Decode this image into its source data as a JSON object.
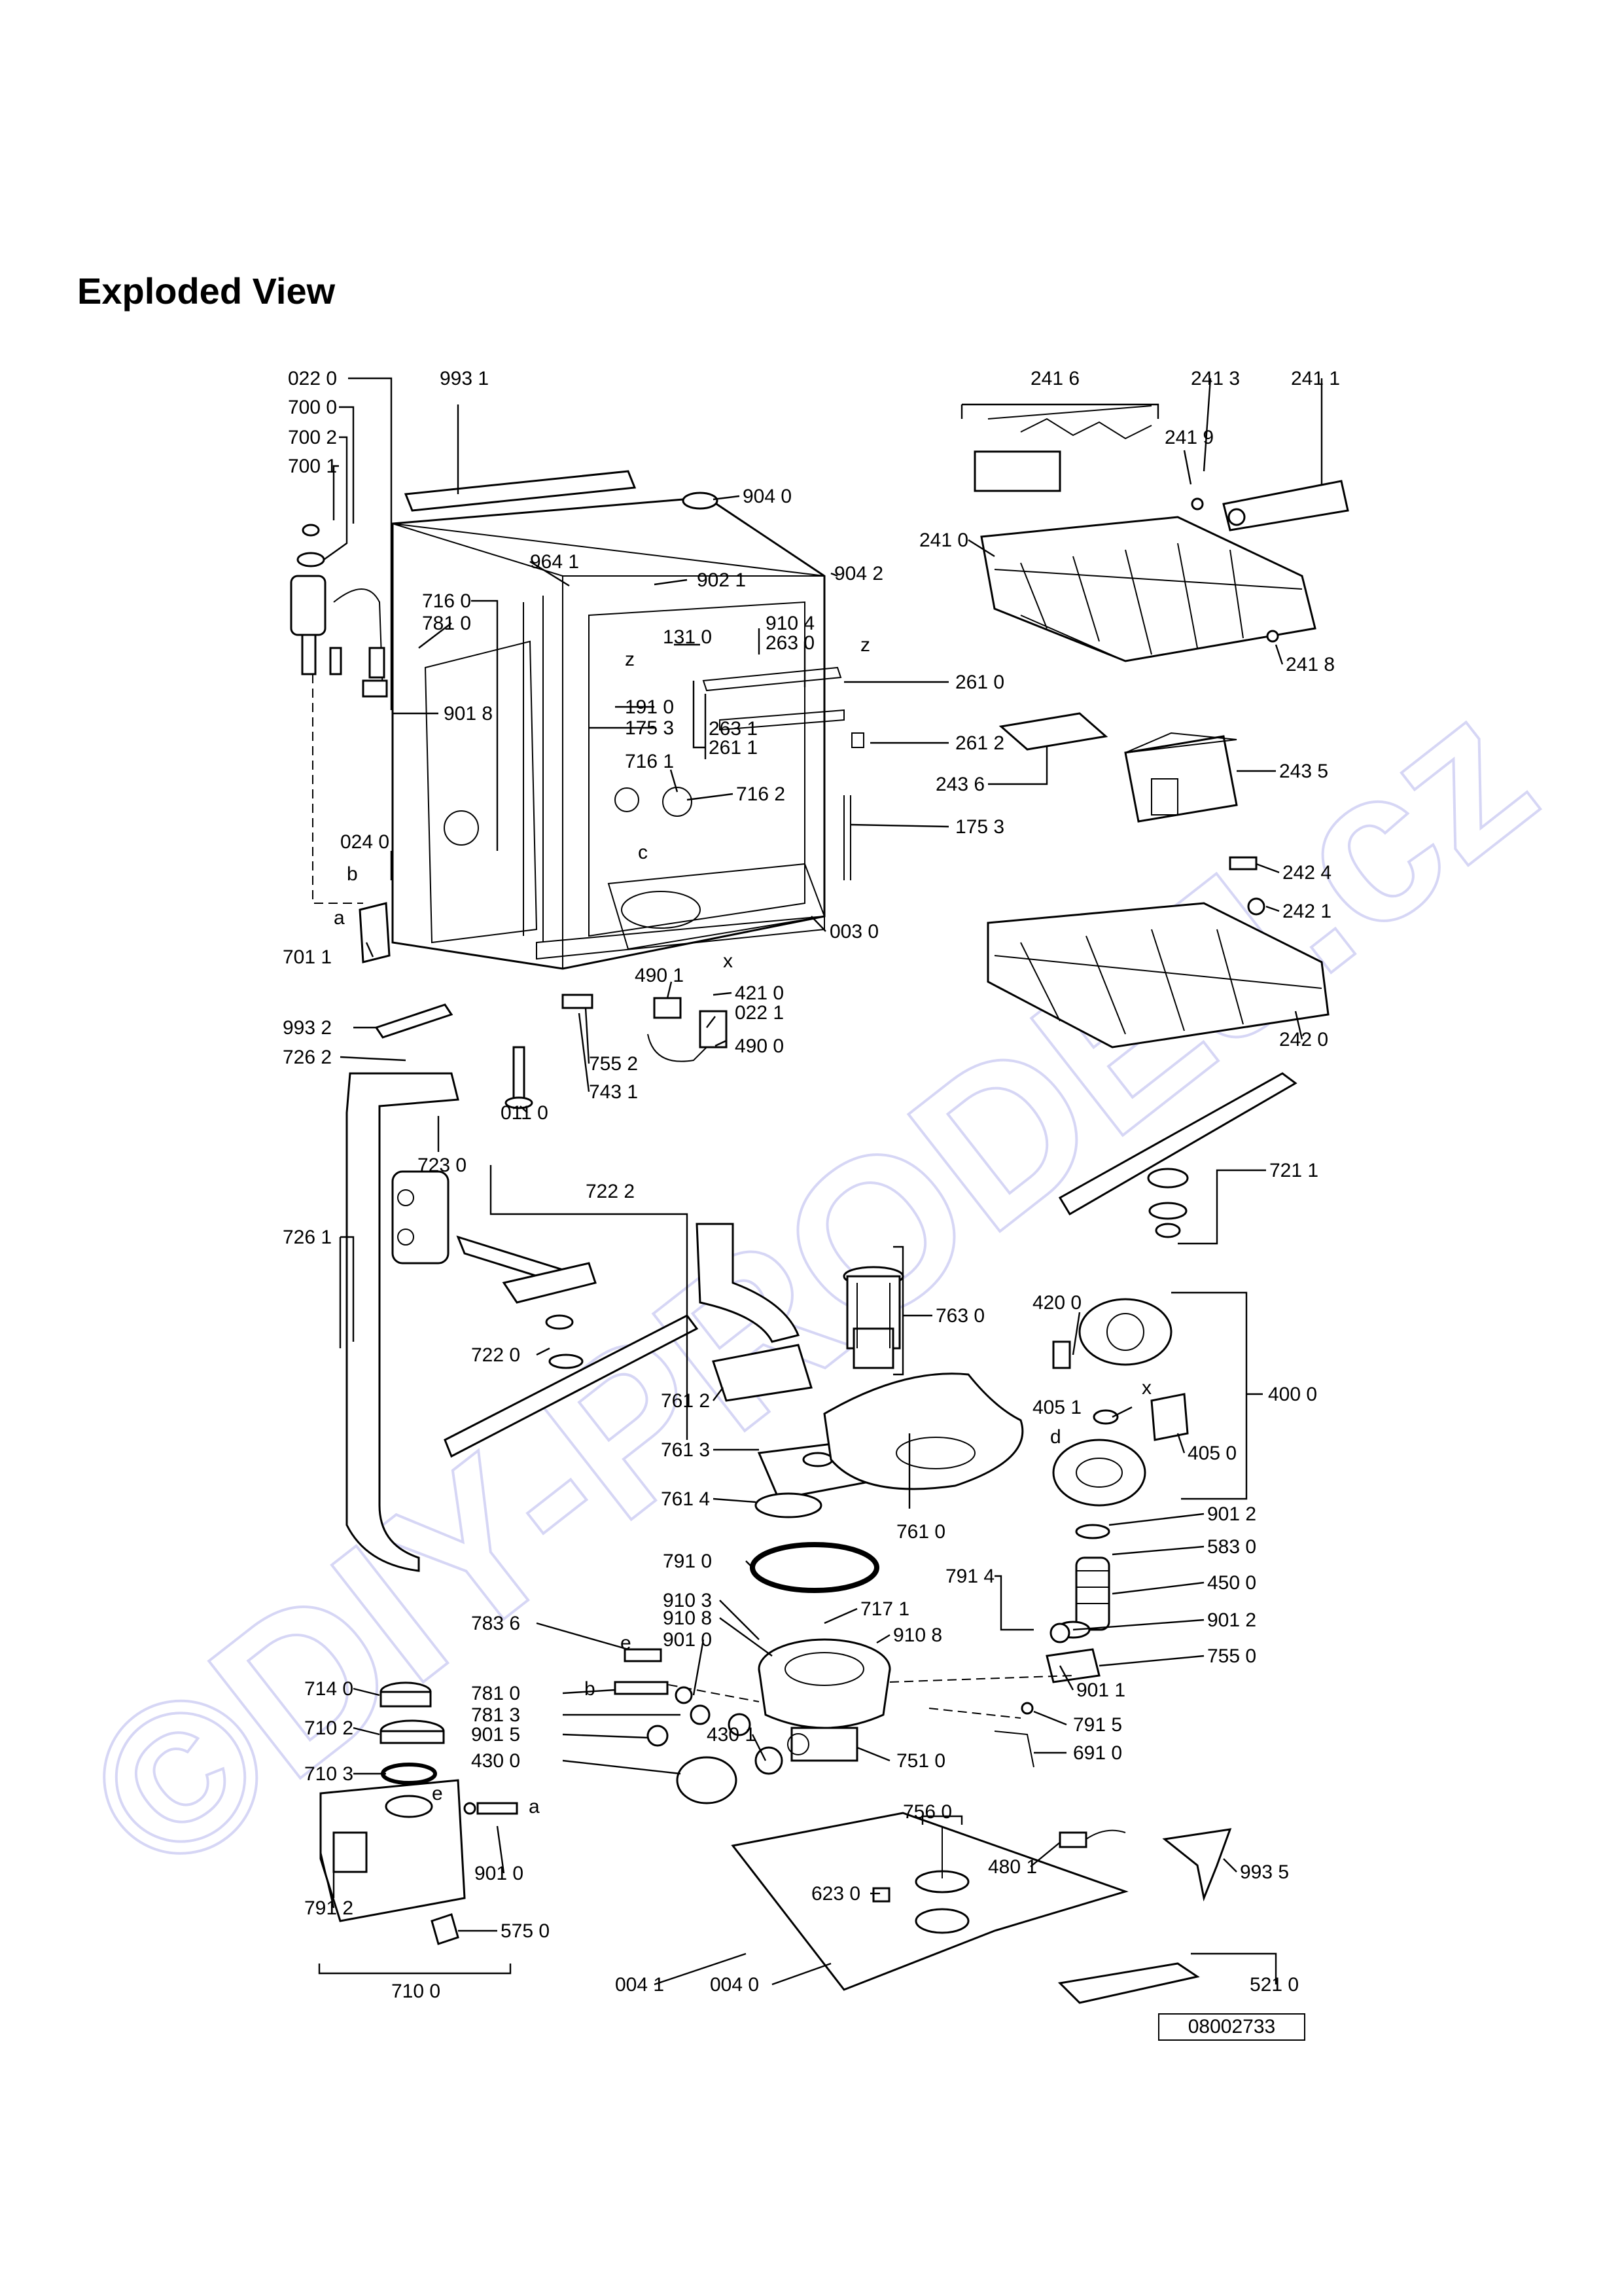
{
  "title": "Exploded View",
  "document_number": "08002733",
  "watermark": "©DIY-PRODEJ.cz",
  "watermark_color": "#c9c9f2",
  "groups": [
    {
      "id": "g-2416",
      "label": "241 6"
    },
    {
      "id": "g-7222",
      "label": "722 2"
    },
    {
      "id": "g-7630",
      "label": "763 0"
    },
    {
      "id": "g-4000",
      "label": "400 0"
    },
    {
      "id": "g-7211",
      "label": "721 1"
    },
    {
      "id": "g-7560",
      "label": "756 0"
    },
    {
      "id": "g-7100",
      "label": "710 0"
    },
    {
      "id": "g-9931",
      "label": "993 1"
    },
    {
      "id": "g-0220",
      "label": "022 0"
    }
  ],
  "parts": [
    {
      "id": "p0220",
      "label": "022 0"
    },
    {
      "id": "p9931",
      "label": "993 1"
    },
    {
      "id": "p7000",
      "label": "700 0"
    },
    {
      "id": "p7002",
      "label": "700 2"
    },
    {
      "id": "p7001",
      "label": "700 1"
    },
    {
      "id": "p9040",
      "label": "904 0"
    },
    {
      "id": "p9641",
      "label": "964 1"
    },
    {
      "id": "p9021",
      "label": "902 1"
    },
    {
      "id": "p9042",
      "label": "904 2"
    },
    {
      "id": "p7160",
      "label": "716 0"
    },
    {
      "id": "p7810",
      "label": "781 0"
    },
    {
      "id": "p1310",
      "label": "131 0"
    },
    {
      "id": "p9104",
      "label": "910 4"
    },
    {
      "id": "p2630",
      "label": "263 0"
    },
    {
      "id": "p9018",
      "label": "901 8"
    },
    {
      "id": "p1910",
      "label": "191 0"
    },
    {
      "id": "p1753a",
      "label": "175 3"
    },
    {
      "id": "p2631",
      "label": "263 1"
    },
    {
      "id": "p2611",
      "label": "261 1"
    },
    {
      "id": "p2610",
      "label": "261 0"
    },
    {
      "id": "p2612",
      "label": "261 2"
    },
    {
      "id": "p7161",
      "label": "716 1"
    },
    {
      "id": "p7162",
      "label": "716 2"
    },
    {
      "id": "p0240",
      "label": "024 0"
    },
    {
      "id": "p1753b",
      "label": "175 3"
    },
    {
      "id": "p0030",
      "label": "003 0"
    },
    {
      "id": "p7011",
      "label": "701 1"
    },
    {
      "id": "p4901",
      "label": "490 1"
    },
    {
      "id": "p4210",
      "label": "421 0"
    },
    {
      "id": "p0221",
      "label": "022 1"
    },
    {
      "id": "p4900",
      "label": "490 0"
    },
    {
      "id": "p9932",
      "label": "993 2"
    },
    {
      "id": "p7552",
      "label": "755 2"
    },
    {
      "id": "p7431",
      "label": "743 1"
    },
    {
      "id": "p7262",
      "label": "726 2"
    },
    {
      "id": "p0110",
      "label": "011 0"
    },
    {
      "id": "p7230",
      "label": "723 0"
    },
    {
      "id": "p7261",
      "label": "726 1"
    },
    {
      "id": "p7220",
      "label": "722 0"
    },
    {
      "id": "p2410",
      "label": "241 0"
    },
    {
      "id": "p2413",
      "label": "241 3"
    },
    {
      "id": "p2411",
      "label": "241 1"
    },
    {
      "id": "p2419",
      "label": "241 9"
    },
    {
      "id": "p2418",
      "label": "241 8"
    },
    {
      "id": "p2436",
      "label": "243 6"
    },
    {
      "id": "p2435",
      "label": "243 5"
    },
    {
      "id": "p2424",
      "label": "242 4"
    },
    {
      "id": "p2421",
      "label": "242 1"
    },
    {
      "id": "p2420",
      "label": "242 0"
    },
    {
      "id": "p7612",
      "label": "761 2"
    },
    {
      "id": "p7613",
      "label": "761 3"
    },
    {
      "id": "p7614",
      "label": "761 4"
    },
    {
      "id": "p7610",
      "label": "761 0"
    },
    {
      "id": "p4200",
      "label": "420 0"
    },
    {
      "id": "p4051",
      "label": "405 1"
    },
    {
      "id": "p4050",
      "label": "405 0"
    },
    {
      "id": "p7910",
      "label": "791 0"
    },
    {
      "id": "p9012a",
      "label": "901 2"
    },
    {
      "id": "p5830",
      "label": "583 0"
    },
    {
      "id": "p7914",
      "label": "791 4"
    },
    {
      "id": "p4500",
      "label": "450 0"
    },
    {
      "id": "p7836",
      "label": "783 6"
    },
    {
      "id": "p9103",
      "label": "910 3"
    },
    {
      "id": "p9108a",
      "label": "910 8"
    },
    {
      "id": "p7171",
      "label": "717 1"
    },
    {
      "id": "p9108b",
      "label": "910 8"
    },
    {
      "id": "p9012b",
      "label": "901 2"
    },
    {
      "id": "p9010a",
      "label": "901 0"
    },
    {
      "id": "p7550",
      "label": "755 0"
    },
    {
      "id": "p7140",
      "label": "714 0"
    },
    {
      "id": "p7810b",
      "label": "781 0"
    },
    {
      "id": "p9011",
      "label": "901 1"
    },
    {
      "id": "p7813",
      "label": "781 3"
    },
    {
      "id": "p7102",
      "label": "710 2"
    },
    {
      "id": "p9015",
      "label": "901 5"
    },
    {
      "id": "p4301",
      "label": "430 1"
    },
    {
      "id": "p7915",
      "label": "791 5"
    },
    {
      "id": "p4300",
      "label": "430 0"
    },
    {
      "id": "p7510",
      "label": "751 0"
    },
    {
      "id": "p6910",
      "label": "691 0"
    },
    {
      "id": "p7103",
      "label": "710 3"
    },
    {
      "id": "p4801",
      "label": "480 1"
    },
    {
      "id": "p6230",
      "label": "623 0"
    },
    {
      "id": "p9935",
      "label": "993 5"
    },
    {
      "id": "p9010b",
      "label": "901 0"
    },
    {
      "id": "p7912",
      "label": "791 2"
    },
    {
      "id": "p5750",
      "label": "575 0"
    },
    {
      "id": "p0041",
      "label": "004 1"
    },
    {
      "id": "p0040",
      "label": "004 0"
    },
    {
      "id": "p5210",
      "label": "521 0"
    }
  ],
  "letters": {
    "b": "b",
    "a": "a",
    "c": "c",
    "d": "d",
    "e": "e",
    "x": "x",
    "z": "z"
  }
}
